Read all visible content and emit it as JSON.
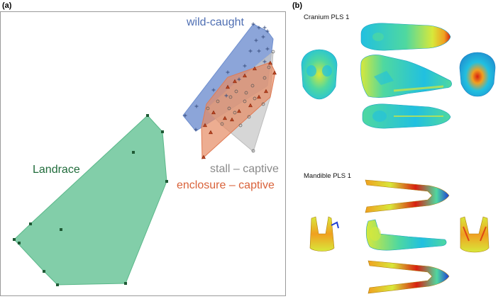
{
  "figure": {
    "panel_a_label": "(a)",
    "panel_b_label": "(b)"
  },
  "panel_a": {
    "groups": [
      {
        "key": "wild",
        "label": "wild-caught",
        "color": "#4f6fb3",
        "fill": "#7e99cf",
        "marker": "plus"
      },
      {
        "key": "stall",
        "label": "stall – captive",
        "color": "#8a8a8a",
        "fill": "#cfcfcf",
        "marker": "circle"
      },
      {
        "key": "enclosure",
        "label": "enclosure – captive",
        "color": "#d9623a",
        "fill": "#e89a78",
        "marker": "triangle"
      },
      {
        "key": "landrace",
        "label": "Landrace",
        "color": "#1f6b3a",
        "fill": "#6cc59a",
        "marker": "square"
      }
    ]
  },
  "panel_b": {
    "cranium_title": "Cranium PLS 1",
    "mandible_title": "Mandible PLS 1",
    "colormap": [
      "#1f3fd6",
      "#21c0e0",
      "#4fd8a0",
      "#d8e83a",
      "#f0a020",
      "#d82010"
    ]
  }
}
